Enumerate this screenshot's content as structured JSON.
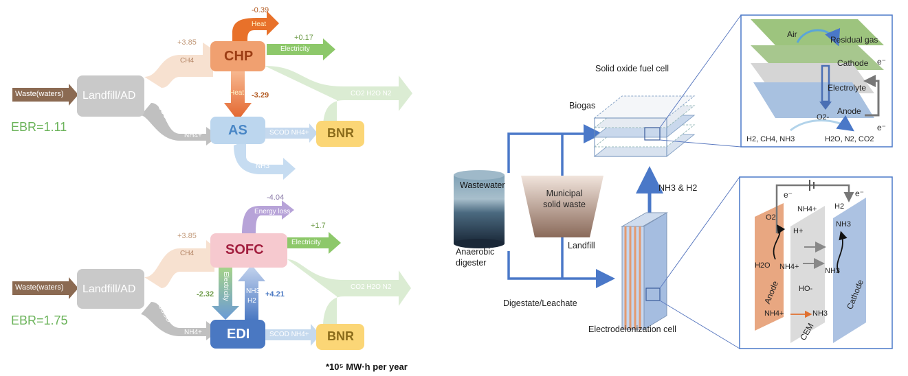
{
  "top_flow": {
    "input": "Waste(waters)",
    "landfill": "Landfill/AD",
    "chp": "CHP",
    "as": "AS",
    "bnr": "BNR",
    "ebr": "EBR=1.11",
    "heat_loss_value": "-0.39",
    "heat_loss_label": "Heat",
    "electricity_value": "+0.17",
    "electricity_label": "Electricity",
    "ch4_value": "+3.85",
    "ch4_label": "CH4",
    "heat_to_as_value": "-3.29",
    "heat_to_as_label": "Heat",
    "scod_label": "SCOD",
    "nh4_label": "NH4+",
    "scod_nh4_label": "SCOD NH4+",
    "nh3_label": "NH3",
    "products_label": "CO2 H2O N2"
  },
  "bottom_flow": {
    "input": "Waste(waters)",
    "landfill": "Landfill/AD",
    "sofc": "SOFC",
    "edi": "EDI",
    "bnr": "BNR",
    "ebr": "EBR=1.75",
    "loss_value": "-4.04",
    "loss_label": "Energy loss",
    "electricity_value": "+1.7",
    "electricity_label": "Electricity",
    "ch4_value": "+3.85",
    "ch4_label": "CH4",
    "edi_elec_value": "-2.32",
    "edi_elec_label": "Electricity",
    "nh3h2_value": "+4.21",
    "nh3_label": "NH3",
    "h2_label": "H2",
    "scod_label": "SCOD",
    "nh4_label": "NH4+",
    "scod_nh4_label": "SCOD NH4+",
    "products_label": "CO2 H2O N2"
  },
  "footnote": "*10⁵ MW·h per year",
  "process": {
    "sofc_title": "Solid oxide fuel cell",
    "biogas": "Biogas",
    "wastewater": "Wastewater",
    "anaerobic_digester": "Anaerobic digester",
    "msw": "Municipal solid waste",
    "landfill": "Landfill",
    "nh3_h2": "NH3 & H2",
    "digestate": "Digestate/Leachate",
    "edi_title": "Electrodeionization cell"
  },
  "sofc_zoom": {
    "air": "Air",
    "residual": "Residual gas",
    "cathode": "Cathode",
    "electrolyte": "Electrolyte",
    "anode": "Anode",
    "o2minus": "O2-",
    "electron": "e⁻",
    "fuels": "H2, CH4, NH3",
    "exhaust": "H2O, N2, CO2"
  },
  "edi_zoom": {
    "electron": "e⁻",
    "nh4_top": "NH4+",
    "h2": "H2",
    "o2": "O2",
    "hplus": "H+",
    "nh3_top": "NH3",
    "h2o": "H2O",
    "nh4_mid": "NH4+",
    "nh3_mid": "NH3",
    "hominus": "HO-",
    "anode": "Anode",
    "cathode": "Cathode",
    "nh4_bot": "NH4+",
    "nh3_bot": "NH3",
    "cem": "CEM"
  },
  "colors": {
    "chp": "#f0a070",
    "sofc": "#f6c9cf",
    "as": "#b9d6ee",
    "edi": "#4a78c2",
    "bnr": "#fbd676",
    "landfill": "#c8c8c8",
    "input": "#8b6a52",
    "heat": "#e8712a",
    "electricity": "#8dc86a",
    "energy_loss": "#b7a3d8",
    "accent_blue": "#4a78c8",
    "anode_orange": "#e7a27a"
  }
}
